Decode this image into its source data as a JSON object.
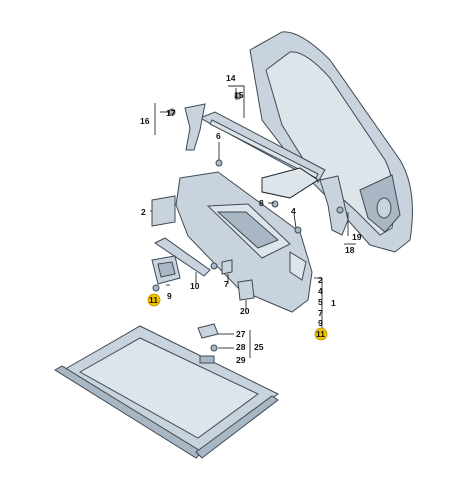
{
  "labels": {
    "p1": "1",
    "p2": "2",
    "p4": "4",
    "p5": "5",
    "p6": "6",
    "p7": "7",
    "p8": "8",
    "p9": "9",
    "p10": "10",
    "p11a": "11",
    "p11b": "11",
    "p14": "14",
    "p15": "15",
    "p16": "16",
    "p17": "17",
    "p18": "18",
    "p19": "19",
    "p20": "20",
    "p25": "25",
    "p27": "27",
    "p28": "28",
    "p29": "29",
    "g1_2": "2",
    "g1_4": "4",
    "g1_5": "5",
    "g1_7": "7",
    "g1_9": "9"
  },
  "colors": {
    "part": "#c9d3dd",
    "highlight": "#f2c300"
  }
}
